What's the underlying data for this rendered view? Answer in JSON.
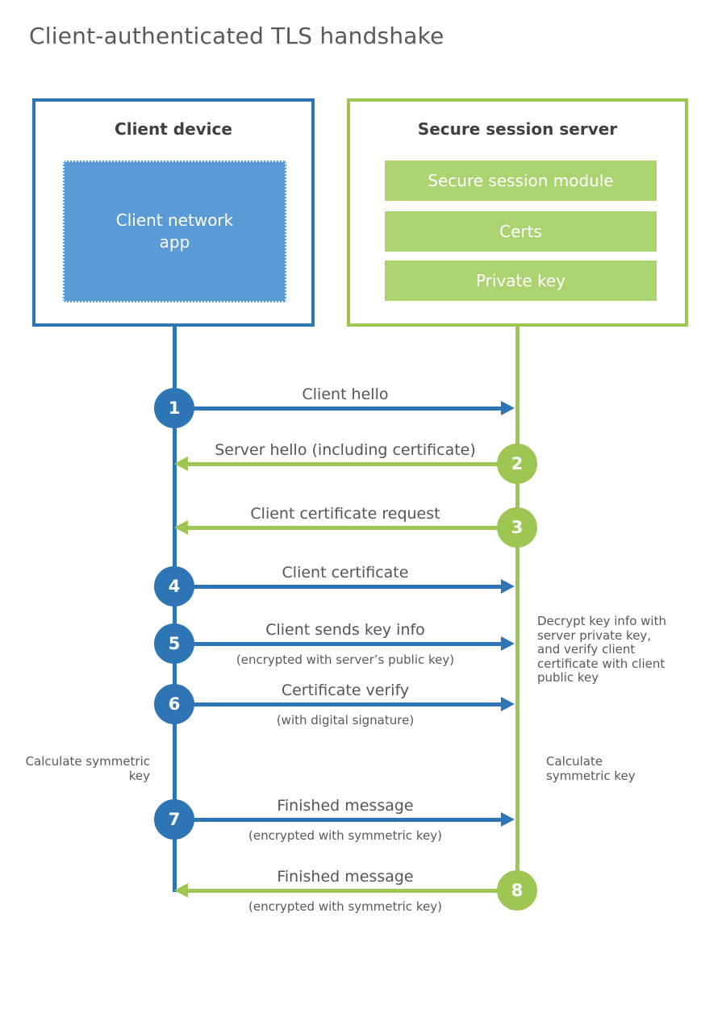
{
  "title": "Client-authenticated TLS handshake",
  "colors": {
    "blue_accent": "#2E75B6",
    "blue_fill": "#5B9BD5",
    "green_accent": "#9DC653",
    "green_fill": "#ABD36F",
    "heading_text": "#404040",
    "label_text": "#595959"
  },
  "client": {
    "header": "Client device",
    "app_label": "Client network app"
  },
  "server": {
    "header": "Secure session server",
    "modules": [
      "Secure session module",
      "Certs",
      "Private key"
    ]
  },
  "messages": [
    {
      "number": "1",
      "label": "Client hello",
      "sub": "",
      "direction": "right",
      "actor": "client"
    },
    {
      "number": "2",
      "label": "Server hello (including certificate)",
      "sub": "",
      "direction": "left",
      "actor": "server"
    },
    {
      "number": "3",
      "label": "Client certificate request",
      "sub": "",
      "direction": "left",
      "actor": "server"
    },
    {
      "number": "4",
      "label": "Client certificate",
      "sub": "",
      "direction": "right",
      "actor": "client"
    },
    {
      "number": "5",
      "label": "Client sends key info",
      "sub": "(encrypted with server’s public key)",
      "direction": "right",
      "actor": "client"
    },
    {
      "number": "6",
      "label": "Certificate verify",
      "sub": "(with digital signature)",
      "direction": "right",
      "actor": "client"
    },
    {
      "number": "7",
      "label": "Finished message",
      "sub": "(encrypted with symmetric key)",
      "direction": "right",
      "actor": "client"
    },
    {
      "number": "8",
      "label": "Finished message",
      "sub": "(encrypted with symmetric key)",
      "direction": "left",
      "actor": "server"
    }
  ],
  "notes": {
    "decrypt": "Decrypt key info with server private key, and verify client certificate with client public key",
    "calc_left": "Calculate symmetric key",
    "calc_right": "Calculate symmetric key"
  }
}
